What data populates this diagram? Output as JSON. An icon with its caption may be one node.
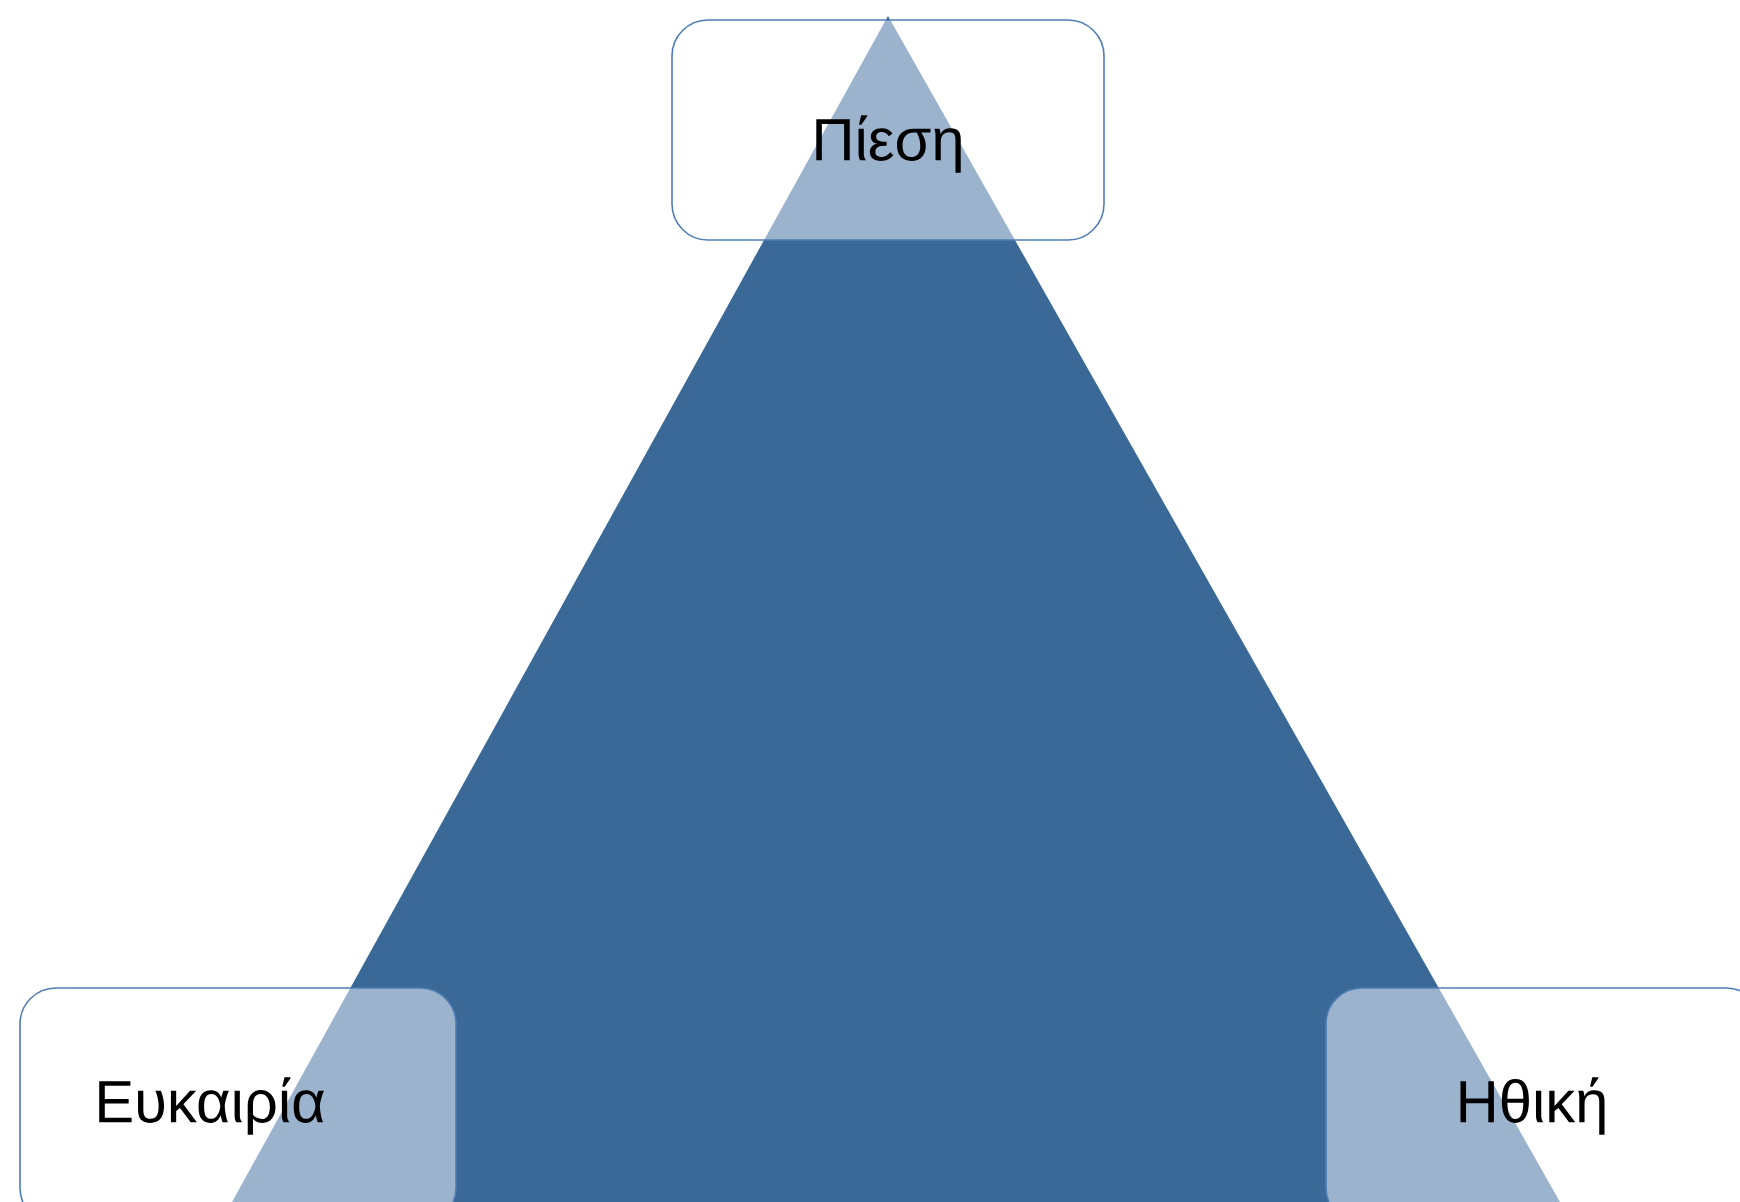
{
  "diagram": {
    "nodes": [
      {
        "text": [
          "Πίεση"
        ]
      },
      {
        "text": [
          "Ευκαιρία"
        ]
      },
      {
        "text": [
          "Ηθική"
        ]
      }
    ]
  }
}
